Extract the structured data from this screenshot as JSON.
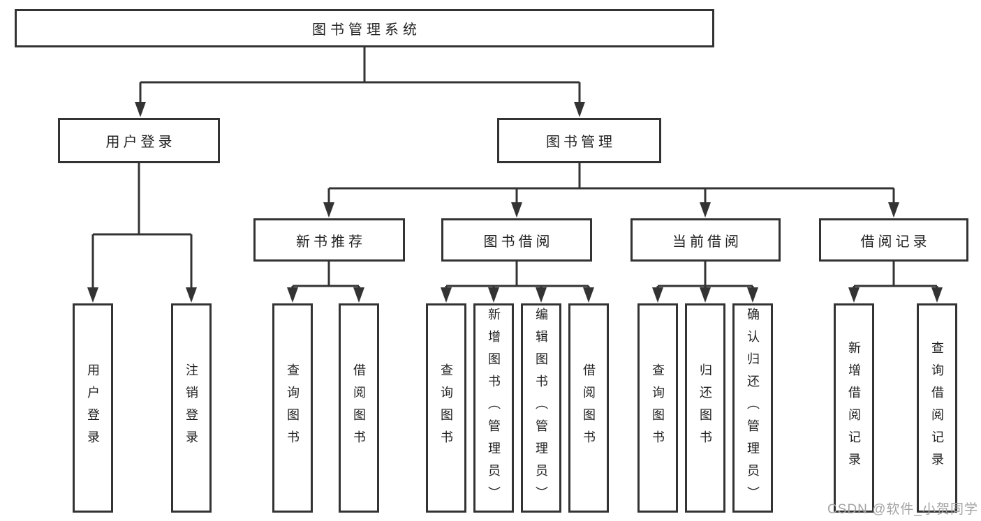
{
  "diagram": {
    "tree": {
      "root": "图书管理系统",
      "level1": [
        {
          "label": "用户登录",
          "leaves": [
            "用户登录",
            "注销登录"
          ]
        },
        {
          "label": "图书管理",
          "sections": [
            {
              "label": "新书推荐",
              "leaves": [
                "查询图书",
                "借阅图书"
              ]
            },
            {
              "label": "图书借阅",
              "leaves": [
                "查询图书",
                "新增图书（管理员）",
                "编辑图书（管理员）",
                "借阅图书"
              ]
            },
            {
              "label": "当前借阅",
              "leaves": [
                "查询图书",
                "归还图书",
                "确认归还（管理员）"
              ]
            },
            {
              "label": "借阅记录",
              "leaves": [
                "新增借阅记录",
                "查询借阅记录"
              ]
            }
          ]
        }
      ]
    },
    "colors": {
      "line": "#333333",
      "text": "#222222",
      "background": "#ffffff",
      "watermark": "#a3a3a3"
    }
  },
  "watermark": "CSDN @软件_小贺同学"
}
